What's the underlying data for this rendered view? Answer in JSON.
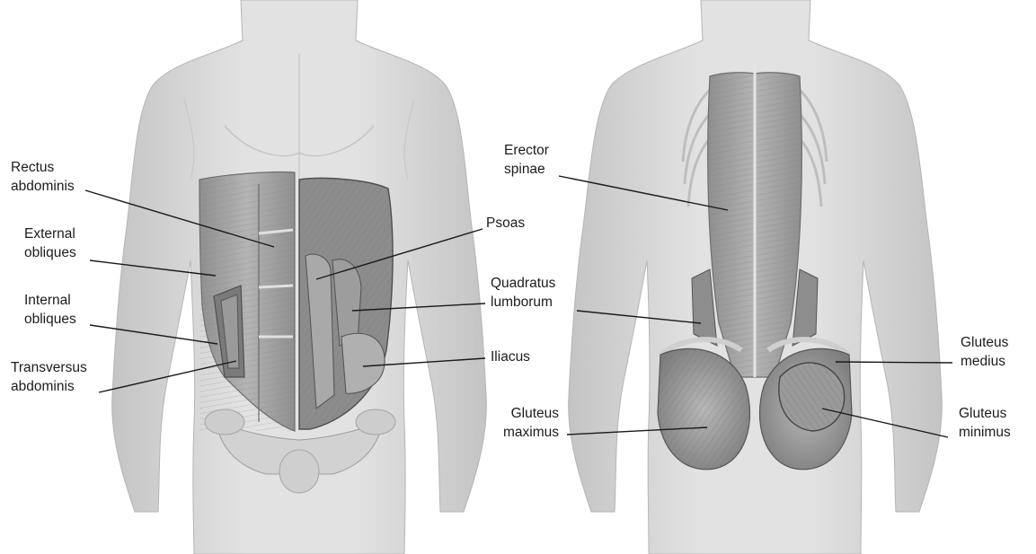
{
  "figure": {
    "front_view": {
      "labels": [
        {
          "key": "rectus-abdominis",
          "lines": [
            "Rectus",
            "abdominis"
          ]
        },
        {
          "key": "external-obliques",
          "lines": [
            "External",
            "obliques"
          ]
        },
        {
          "key": "internal-obliques",
          "lines": [
            "Internal",
            "obliques"
          ]
        },
        {
          "key": "transversus-abdominis",
          "lines": [
            "Transversus",
            "abdominis"
          ]
        },
        {
          "key": "psoas",
          "lines": [
            "Psoas"
          ]
        },
        {
          "key": "quadratus-lumborum",
          "lines": [
            "Quadratus",
            "lumborum"
          ]
        },
        {
          "key": "iliacus",
          "lines": [
            "Iliacus"
          ]
        }
      ]
    },
    "back_view": {
      "labels": [
        {
          "key": "erector-spinae",
          "lines": [
            "Erector",
            "spinae"
          ]
        },
        {
          "key": "gluteus-medius",
          "lines": [
            "Gluteus",
            "medius"
          ]
        },
        {
          "key": "gluteus-maximus",
          "lines": [
            "Gluteus",
            "maximus"
          ]
        },
        {
          "key": "gluteus-minimus",
          "lines": [
            "Gluteus",
            "minimus"
          ]
        }
      ]
    },
    "colors": {
      "skin": "#d9d9d9",
      "skin_shadow": "#b9b9b9",
      "muscle": "#a7a7a7",
      "muscle_dark": "#6f6f6f",
      "leader_line": "#1a1a1a",
      "text": "#1c1c1c"
    }
  }
}
